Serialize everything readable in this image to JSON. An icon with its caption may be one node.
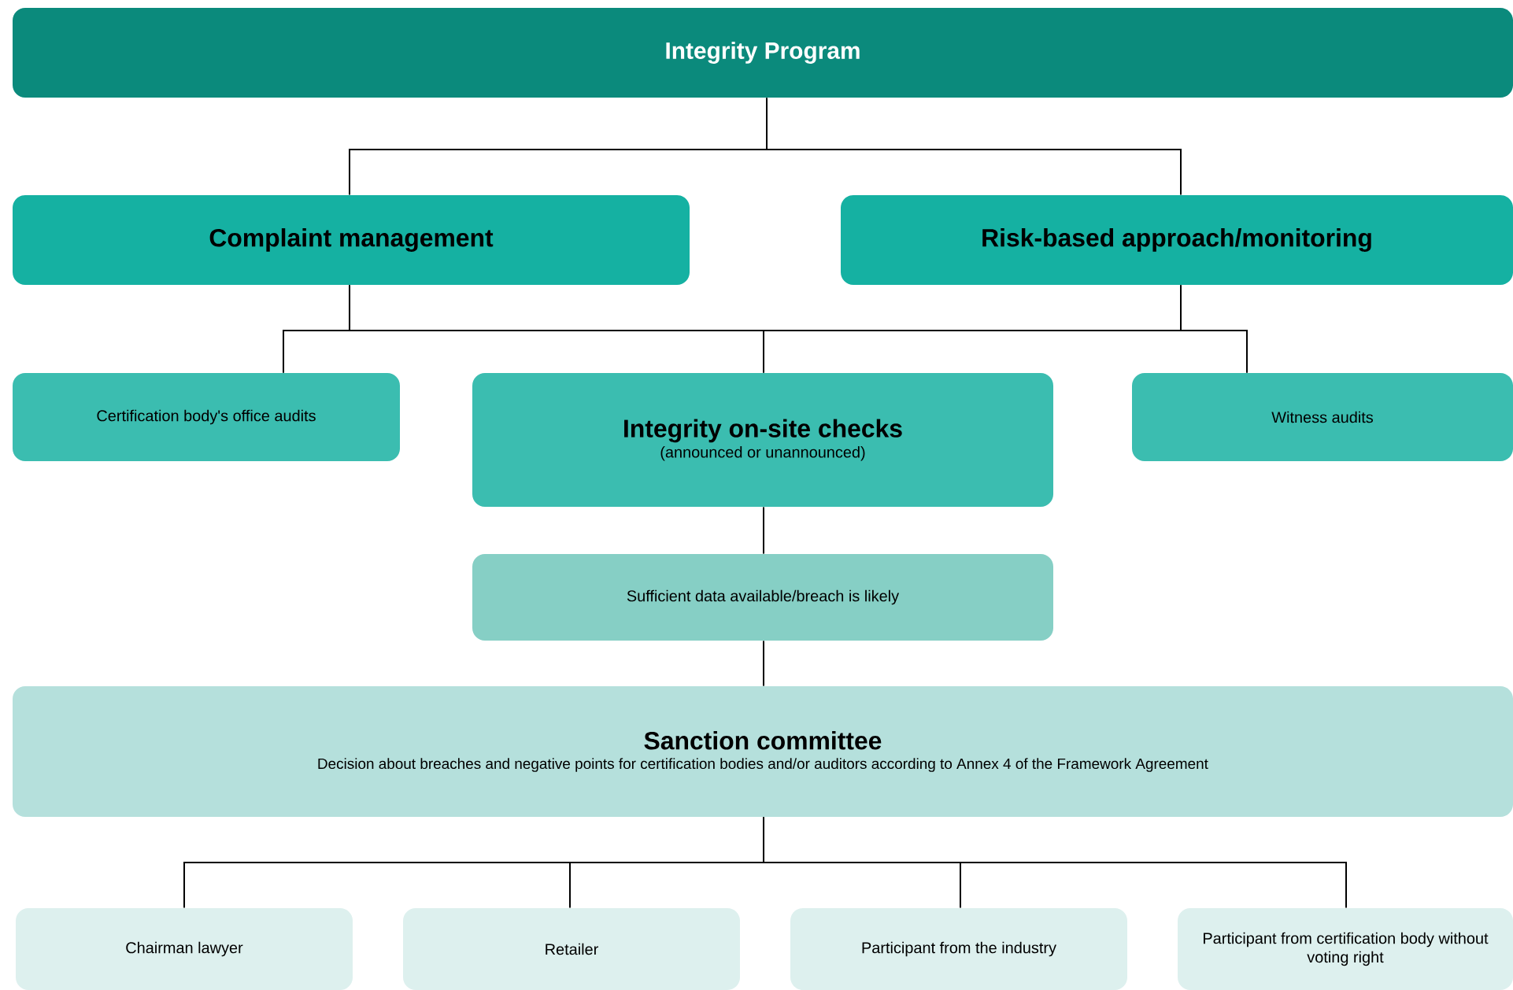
{
  "diagram": {
    "nodes": [
      {
        "text": [
          "Integrity Program"
        ]
      },
      {
        "text": [
          "Complaint management"
        ]
      },
      {
        "text": [
          "Risk-based approach/monitoring"
        ]
      },
      {
        "text": [
          "Certification body's office audits"
        ]
      },
      {
        "text": [
          "Integrity on-site checks",
          "(announced or unannounced)"
        ]
      },
      {
        "text": [
          "Witness audits"
        ]
      },
      {
        "text": [
          "Sufficient data available/breach is likely"
        ]
      },
      {
        "text": [
          "Sanction committee",
          "Decision about breaches and negative points for certification bodies and/or auditors according to Annex 4 of the Framework Agreement"
        ]
      },
      {
        "text": [
          "Chairman lawyer"
        ]
      },
      {
        "text": [
          "Retailer"
        ]
      },
      {
        "text": [
          "Participant from the industry"
        ]
      },
      {
        "text": [
          "Participant from certification body without voting right"
        ]
      }
    ],
    "edges": [
      {
        "from": 0,
        "to": 1,
        "arrow": "none"
      },
      {
        "from": 0,
        "to": 2,
        "arrow": "none"
      },
      {
        "from": 1,
        "to": 3,
        "arrow": "none"
      },
      {
        "from": 1,
        "to": 4,
        "arrow": "none"
      },
      {
        "from": 1,
        "to": 5,
        "arrow": "none"
      },
      {
        "from": 2,
        "to": 3,
        "arrow": "none"
      },
      {
        "from": 2,
        "to": 4,
        "arrow": "none"
      },
      {
        "from": 2,
        "to": 5,
        "arrow": "none"
      },
      {
        "from": 4,
        "to": 6,
        "arrow": "none"
      },
      {
        "from": 6,
        "to": 7,
        "arrow": "none"
      },
      {
        "from": 7,
        "to": 8,
        "arrow": "none"
      },
      {
        "from": 7,
        "to": 9,
        "arrow": "none"
      },
      {
        "from": 7,
        "to": 10,
        "arrow": "none"
      },
      {
        "from": 7,
        "to": 11,
        "arrow": "none"
      }
    ]
  }
}
